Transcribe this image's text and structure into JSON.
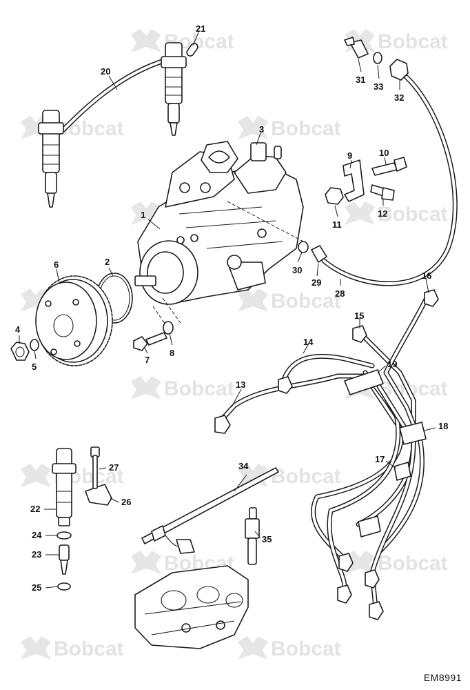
{
  "watermark": {
    "text": "Bobcat"
  },
  "drawing_code": "EM8991",
  "callouts": [
    {
      "id": "c1",
      "label": "1"
    },
    {
      "id": "c2",
      "label": "2"
    },
    {
      "id": "c3",
      "label": "3"
    },
    {
      "id": "c4",
      "label": "4"
    },
    {
      "id": "c5",
      "label": "5"
    },
    {
      "id": "c6",
      "label": "6"
    },
    {
      "id": "c7",
      "label": "7"
    },
    {
      "id": "c8",
      "label": "8"
    },
    {
      "id": "c9",
      "label": "9"
    },
    {
      "id": "c10",
      "label": "10"
    },
    {
      "id": "c11",
      "label": "11"
    },
    {
      "id": "c12",
      "label": "12"
    },
    {
      "id": "c13",
      "label": "13"
    },
    {
      "id": "c14",
      "label": "14"
    },
    {
      "id": "c15",
      "label": "15"
    },
    {
      "id": "c16",
      "label": "16"
    },
    {
      "id": "c17",
      "label": "17"
    },
    {
      "id": "c18",
      "label": "18"
    },
    {
      "id": "c19",
      "label": "19"
    },
    {
      "id": "c20",
      "label": "20"
    },
    {
      "id": "c21",
      "label": "21"
    },
    {
      "id": "c22",
      "label": "22"
    },
    {
      "id": "c23",
      "label": "23"
    },
    {
      "id": "c24",
      "label": "24"
    },
    {
      "id": "c25",
      "label": "25"
    },
    {
      "id": "c26",
      "label": "26"
    },
    {
      "id": "c27",
      "label": "27"
    },
    {
      "id": "c28",
      "label": "28"
    },
    {
      "id": "c29",
      "label": "29"
    },
    {
      "id": "c30",
      "label": "30"
    },
    {
      "id": "c31",
      "label": "31"
    },
    {
      "id": "c32",
      "label": "32"
    },
    {
      "id": "c33",
      "label": "33"
    },
    {
      "id": "c34",
      "label": "34"
    },
    {
      "id": "c35",
      "label": "35"
    }
  ]
}
